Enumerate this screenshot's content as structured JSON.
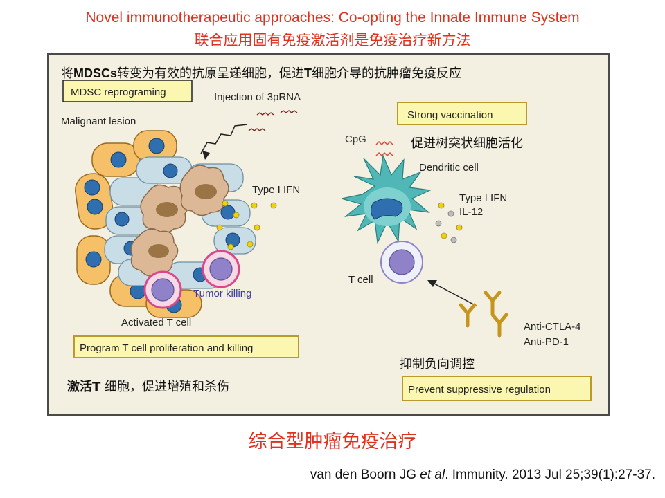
{
  "header": {
    "title_en": "Novel immunotherapeutic approaches: Co-opting the Innate Immune System",
    "title_cn": "联合应用固有免疫激活剂是免疫治疗新方法"
  },
  "figure": {
    "top_caption_prefix": "将",
    "top_caption_bold": "MDSCs",
    "top_caption_mid": "转变为有效的抗原呈递细胞，促进",
    "top_caption_bold2": "T",
    "top_caption_suffix": "细胞介导的抗肿瘤免疫反应",
    "box_mdsc": "MDSC reprograming",
    "injection": "Injection of 3pRNA",
    "malignant": "Malignant lesion",
    "type_ifn_left": "Type I IFN",
    "tumor_killing": "Tumor killing",
    "activated_t": "Activated T cell",
    "box_program": "Program T cell proliferation and killing",
    "bottom_left_bold": "激活T",
    "bottom_left_rest": " 细胞，促进增殖和杀伤",
    "box_vaccination": "Strong vaccination",
    "cpg": "CpG",
    "dc_activation_cn": "促进树突状细胞活化",
    "dendritic": "Dendritic cell",
    "type_ifn_right": "Type I IFN",
    "il12": "IL-12",
    "t_cell": "T cell",
    "anti_ctla4": "Anti-CTLA-4",
    "anti_pd1": "Anti-PD-1",
    "suppress_cn": "抑制负向调控",
    "box_prevent": "Prevent suppressive regulation"
  },
  "footer": {
    "subtitle_cn": "综合型肿瘤免疫治疗",
    "citation_prefix": "van den Boorn JG ",
    "citation_italic": "et al",
    "citation_suffix": ". Immunity. 2013 Jul 25;39(1):27-37."
  },
  "colors": {
    "title_red": "#e0301e",
    "box_yellow": "#fbf6b0",
    "box_border": "#b89b2a",
    "orange_cell": "#f6c069",
    "blue_cell": "#c9dde6",
    "nucleus_blue": "#2f6fb0",
    "tumor_beige": "#dcb896",
    "pink_ring": "#d9468a",
    "tcell_purple": "#8f82c8",
    "dc_teal": "#4fb7b6",
    "dots_yellow": "#ecd20f",
    "antibody_gold": "#c5951d"
  }
}
